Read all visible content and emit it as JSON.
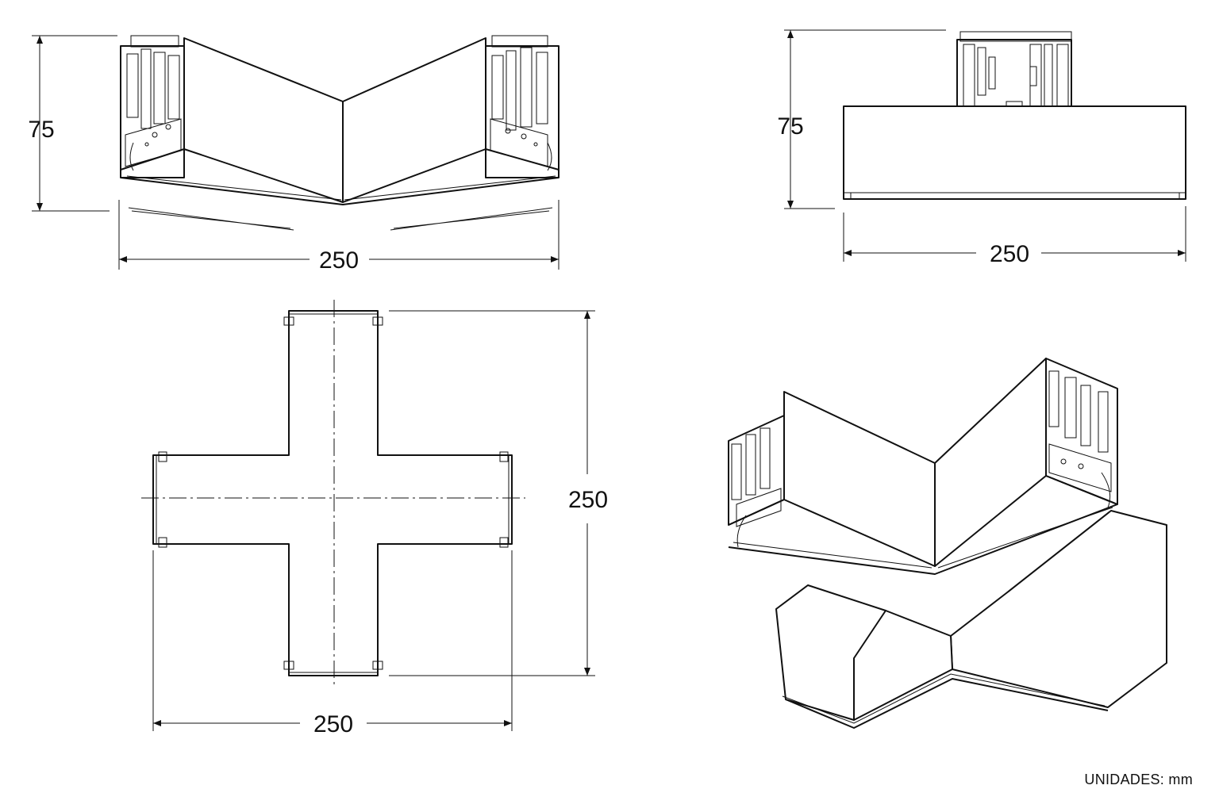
{
  "drawing": {
    "views": [
      {
        "name": "top-left isometric view",
        "dimensions": {
          "height": "75",
          "width": "250"
        }
      },
      {
        "name": "top-right side elevation view",
        "dimensions": {
          "height": "75",
          "width": "250"
        }
      },
      {
        "name": "bottom-left plan view",
        "dimensions": {
          "height": "250",
          "width": "250"
        }
      },
      {
        "name": "bottom-right isometric view"
      }
    ],
    "units_label": "UNIDADES: mm"
  }
}
